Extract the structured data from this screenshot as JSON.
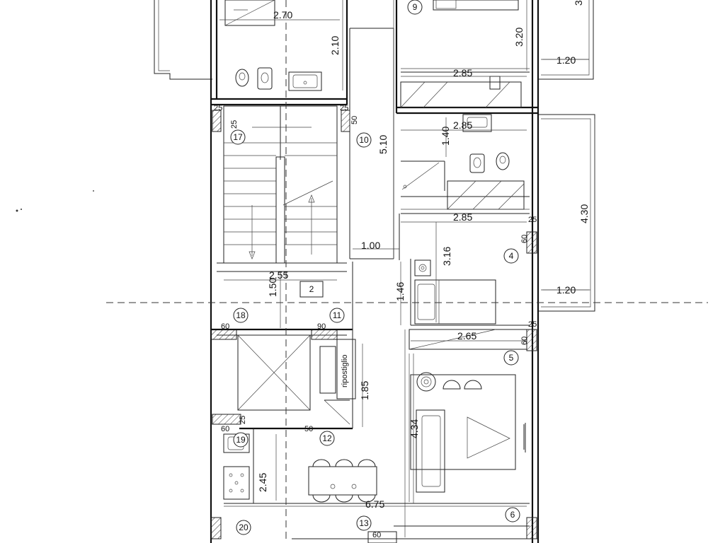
{
  "dimensions": {
    "d270": "2.70",
    "d210": "2.10",
    "d320": "3.20",
    "d120a": "1.20",
    "d285a": "2.85",
    "d285b": "2.85",
    "d140": "1.40",
    "d510": "5.10",
    "d430": "4.30",
    "d285c": "2.85",
    "d100": "1.00",
    "d316": "3.16",
    "d255": "2.55",
    "d150": "1.50",
    "d146": "1.46",
    "d120b": "1.20",
    "d265": "2.65",
    "d185": "1.85",
    "d434": "4.34",
    "d245": "2.45",
    "d675": "6.75",
    "top_right_partial": "3"
  },
  "small_dims": {
    "s25a": "25",
    "s25b": "25",
    "s50a": "50",
    "s25c": "25",
    "s60a": "60",
    "s60b": "60",
    "s90": "90",
    "s25d": "25",
    "s60c": "60",
    "s25e": "25",
    "s60d": "60",
    "s50b": "50",
    "s25f": "25",
    "s60e": "60"
  },
  "room_numbers": {
    "r9": "9",
    "r17": "17",
    "r10": "10",
    "r4": "4",
    "r2": "2",
    "r18": "18",
    "r11": "11",
    "r5": "5",
    "r19": "19",
    "r12": "12",
    "r6": "6",
    "r20": "20",
    "r13": "13"
  },
  "labels": {
    "storage": "ripostiglio"
  }
}
